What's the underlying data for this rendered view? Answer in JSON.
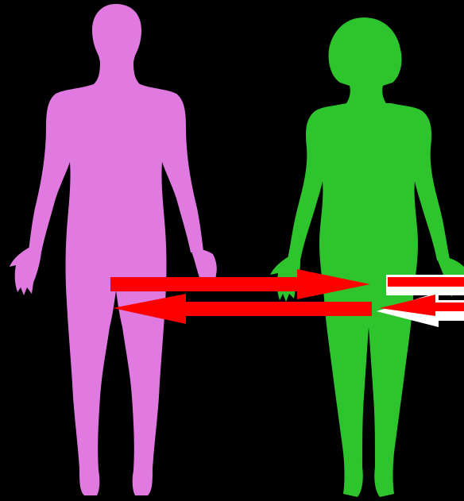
{
  "colors": {
    "background": "#000000",
    "male_figure": "#e07ae0",
    "female_figure": "#2ec42e",
    "arrow": "#ff0000",
    "arrow_outline": "#ffffff"
  },
  "figures": [
    {
      "name": "male-silhouette",
      "color_key": "male_figure"
    },
    {
      "name": "female-silhouette",
      "color_key": "female_figure"
    }
  ],
  "arrows": [
    {
      "name": "arrow-to-female",
      "direction": "right"
    },
    {
      "name": "arrow-to-male",
      "direction": "left"
    },
    {
      "name": "arrow-offscreen-right",
      "direction": "right"
    },
    {
      "name": "arrow-offscreen-left",
      "direction": "left"
    }
  ]
}
